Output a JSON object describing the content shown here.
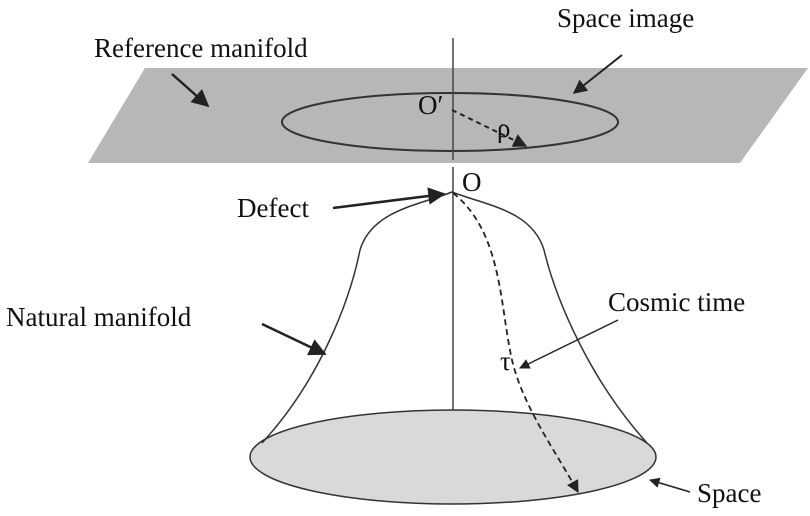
{
  "labels": {
    "reference_manifold": "Reference manifold",
    "space_image": "Space image",
    "o_prime": "O′",
    "rho": "ρ",
    "o": "O",
    "defect": "Defect",
    "natural_manifold": "Natural manifold",
    "cosmic_time": "Cosmic time",
    "tau": "τ",
    "space": "Space"
  },
  "colors": {
    "plane_fill": "#b7b7b7",
    "space_fill": "#d9d9d9",
    "stroke": "#222222"
  }
}
